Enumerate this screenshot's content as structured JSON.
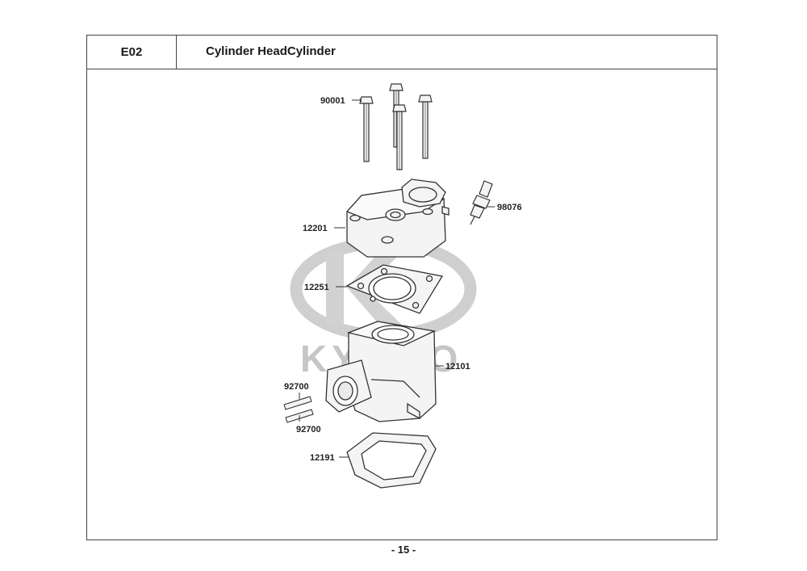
{
  "header": {
    "code": "E02",
    "title": "Cylinder HeadCylinder"
  },
  "watermark": {
    "text": "KYMCO"
  },
  "parts": [
    {
      "id": "bolts",
      "number": "90001"
    },
    {
      "id": "spark-plug",
      "number": "98076"
    },
    {
      "id": "cylinder-head",
      "number": "12201"
    },
    {
      "id": "head-gasket",
      "number": "12251"
    },
    {
      "id": "cylinder",
      "number": "12101"
    },
    {
      "id": "stud-upper",
      "number": "92700"
    },
    {
      "id": "stud-lower",
      "number": "92700"
    },
    {
      "id": "base-gasket",
      "number": "12191"
    }
  ],
  "footer": {
    "page": "- 15 -"
  },
  "colors": {
    "line": "#333333",
    "watermark": "#c6c6c6",
    "part_fill": "#f4f4f4"
  }
}
